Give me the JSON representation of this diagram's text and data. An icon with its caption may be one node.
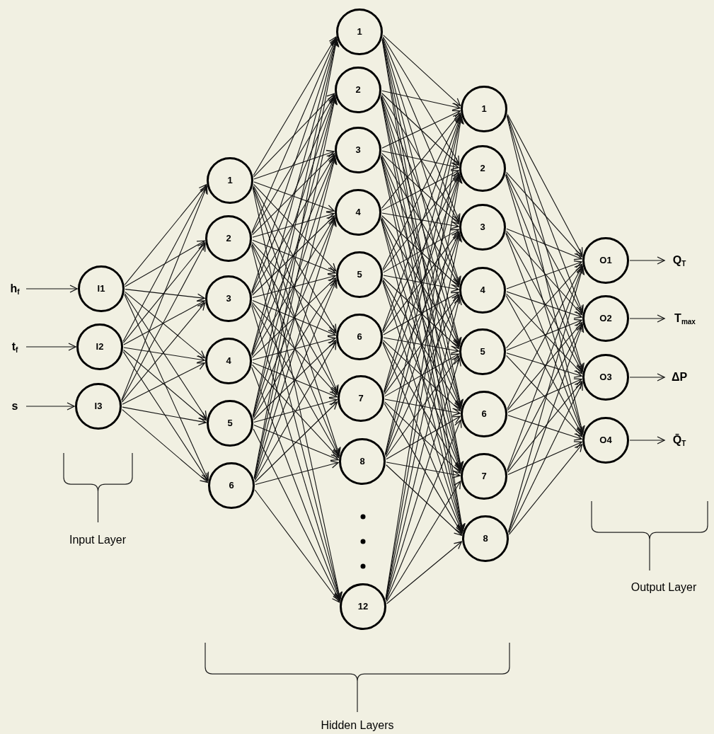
{
  "diagram": {
    "nodes": [
      {
        "text": [
          "h$_{f}$"
        ]
      },
      {
        "text": [
          "t$_{f}$"
        ]
      },
      {
        "text": [
          "s"
        ]
      },
      {
        "text": [
          "I1"
        ]
      },
      {
        "text": [
          "I2"
        ]
      },
      {
        "text": [
          "I3"
        ]
      },
      {
        "text": [
          "1"
        ]
      },
      {
        "text": [
          "2"
        ]
      },
      {
        "text": [
          "3"
        ]
      },
      {
        "text": [
          "4"
        ]
      },
      {
        "text": [
          "5"
        ]
      },
      {
        "text": [
          "6"
        ]
      },
      {
        "text": [
          "1"
        ]
      },
      {
        "text": [
          "2"
        ]
      },
      {
        "text": [
          "3"
        ]
      },
      {
        "text": [
          "4"
        ]
      },
      {
        "text": [
          "5"
        ]
      },
      {
        "text": [
          "6"
        ]
      },
      {
        "text": [
          "7"
        ]
      },
      {
        "text": [
          "8"
        ]
      },
      {
        "text": [
          "12"
        ]
      },
      {
        "text": [
          "1"
        ]
      },
      {
        "text": [
          "2"
        ]
      },
      {
        "text": [
          "3"
        ]
      },
      {
        "text": [
          "4"
        ]
      },
      {
        "text": [
          "5"
        ]
      },
      {
        "text": [
          "6"
        ]
      },
      {
        "text": [
          "7"
        ]
      },
      {
        "text": [
          "8"
        ]
      },
      {
        "text": [
          "O1"
        ]
      },
      {
        "text": [
          "O2"
        ]
      },
      {
        "text": [
          "O3"
        ]
      },
      {
        "text": [
          "O4"
        ]
      },
      {
        "text": [
          "Q$_{T}$"
        ]
      },
      {
        "text": [
          "T$_{max}$"
        ]
      },
      {
        "text": [
          "ΔP"
        ]
      },
      {
        "text": [
          "Q̄$_{T}$"
        ]
      }
    ],
    "edges": [
      {
        "from": 0,
        "to": 3,
        "arrow": "to"
      },
      {
        "from": 1,
        "to": 4,
        "arrow": "to"
      },
      {
        "from": 2,
        "to": 5,
        "arrow": "to"
      },
      {
        "from": 3,
        "to": 6,
        "arrow": "to"
      },
      {
        "from": 3,
        "to": 7,
        "arrow": "to"
      },
      {
        "from": 3,
        "to": 8,
        "arrow": "to"
      },
      {
        "from": 3,
        "to": 9,
        "arrow": "to"
      },
      {
        "from": 3,
        "to": 10,
        "arrow": "to"
      },
      {
        "from": 3,
        "to": 11,
        "arrow": "to"
      },
      {
        "from": 4,
        "to": 6,
        "arrow": "to"
      },
      {
        "from": 4,
        "to": 7,
        "arrow": "to"
      },
      {
        "from": 4,
        "to": 8,
        "arrow": "to"
      },
      {
        "from": 4,
        "to": 9,
        "arrow": "to"
      },
      {
        "from": 4,
        "to": 10,
        "arrow": "to"
      },
      {
        "from": 4,
        "to": 11,
        "arrow": "to"
      },
      {
        "from": 5,
        "to": 6,
        "arrow": "to"
      },
      {
        "from": 5,
        "to": 7,
        "arrow": "to"
      },
      {
        "from": 5,
        "to": 8,
        "arrow": "to"
      },
      {
        "from": 5,
        "to": 9,
        "arrow": "to"
      },
      {
        "from": 5,
        "to": 10,
        "arrow": "to"
      },
      {
        "from": 5,
        "to": 11,
        "arrow": "to"
      },
      {
        "from": 6,
        "to": 12,
        "arrow": "to"
      },
      {
        "from": 6,
        "to": 13,
        "arrow": "to"
      },
      {
        "from": 6,
        "to": 14,
        "arrow": "to"
      },
      {
        "from": 6,
        "to": 15,
        "arrow": "to"
      },
      {
        "from": 6,
        "to": 16,
        "arrow": "to"
      },
      {
        "from": 6,
        "to": 17,
        "arrow": "to"
      },
      {
        "from": 6,
        "to": 18,
        "arrow": "to"
      },
      {
        "from": 6,
        "to": 19,
        "arrow": "to"
      },
      {
        "from": 6,
        "to": 20,
        "arrow": "to"
      },
      {
        "from": 7,
        "to": 12,
        "arrow": "to"
      },
      {
        "from": 7,
        "to": 13,
        "arrow": "to"
      },
      {
        "from": 7,
        "to": 14,
        "arrow": "to"
      },
      {
        "from": 7,
        "to": 15,
        "arrow": "to"
      },
      {
        "from": 7,
        "to": 16,
        "arrow": "to"
      },
      {
        "from": 7,
        "to": 17,
        "arrow": "to"
      },
      {
        "from": 7,
        "to": 18,
        "arrow": "to"
      },
      {
        "from": 7,
        "to": 19,
        "arrow": "to"
      },
      {
        "from": 7,
        "to": 20,
        "arrow": "to"
      },
      {
        "from": 8,
        "to": 12,
        "arrow": "to"
      },
      {
        "from": 8,
        "to": 13,
        "arrow": "to"
      },
      {
        "from": 8,
        "to": 14,
        "arrow": "to"
      },
      {
        "from": 8,
        "to": 15,
        "arrow": "to"
      },
      {
        "from": 8,
        "to": 16,
        "arrow": "to"
      },
      {
        "from": 8,
        "to": 17,
        "arrow": "to"
      },
      {
        "from": 8,
        "to": 18,
        "arrow": "to"
      },
      {
        "from": 8,
        "to": 19,
        "arrow": "to"
      },
      {
        "from": 8,
        "to": 20,
        "arrow": "to"
      },
      {
        "from": 9,
        "to": 12,
        "arrow": "to"
      },
      {
        "from": 9,
        "to": 13,
        "arrow": "to"
      },
      {
        "from": 9,
        "to": 14,
        "arrow": "to"
      },
      {
        "from": 9,
        "to": 15,
        "arrow": "to"
      },
      {
        "from": 9,
        "to": 16,
        "arrow": "to"
      },
      {
        "from": 9,
        "to": 17,
        "arrow": "to"
      },
      {
        "from": 9,
        "to": 18,
        "arrow": "to"
      },
      {
        "from": 9,
        "to": 19,
        "arrow": "to"
      },
      {
        "from": 9,
        "to": 20,
        "arrow": "to"
      },
      {
        "from": 10,
        "to": 12,
        "arrow": "to"
      },
      {
        "from": 10,
        "to": 13,
        "arrow": "to"
      },
      {
        "from": 10,
        "to": 14,
        "arrow": "to"
      },
      {
        "from": 10,
        "to": 15,
        "arrow": "to"
      },
      {
        "from": 10,
        "to": 16,
        "arrow": "to"
      },
      {
        "from": 10,
        "to": 17,
        "arrow": "to"
      },
      {
        "from": 10,
        "to": 18,
        "arrow": "to"
      },
      {
        "from": 10,
        "to": 19,
        "arrow": "to"
      },
      {
        "from": 10,
        "to": 20,
        "arrow": "to"
      },
      {
        "from": 11,
        "to": 12,
        "arrow": "to"
      },
      {
        "from": 11,
        "to": 13,
        "arrow": "to"
      },
      {
        "from": 11,
        "to": 14,
        "arrow": "to"
      },
      {
        "from": 11,
        "to": 15,
        "arrow": "to"
      },
      {
        "from": 11,
        "to": 16,
        "arrow": "to"
      },
      {
        "from": 11,
        "to": 17,
        "arrow": "to"
      },
      {
        "from": 11,
        "to": 18,
        "arrow": "to"
      },
      {
        "from": 11,
        "to": 19,
        "arrow": "to"
      },
      {
        "from": 11,
        "to": 20,
        "arrow": "to"
      },
      {
        "from": 12,
        "to": 21,
        "arrow": "to"
      },
      {
        "from": 12,
        "to": 22,
        "arrow": "to"
      },
      {
        "from": 12,
        "to": 23,
        "arrow": "to"
      },
      {
        "from": 12,
        "to": 24,
        "arrow": "to"
      },
      {
        "from": 12,
        "to": 25,
        "arrow": "to"
      },
      {
        "from": 12,
        "to": 26,
        "arrow": "to"
      },
      {
        "from": 12,
        "to": 27,
        "arrow": "to"
      },
      {
        "from": 12,
        "to": 28,
        "arrow": "to"
      },
      {
        "from": 13,
        "to": 21,
        "arrow": "to"
      },
      {
        "from": 13,
        "to": 22,
        "arrow": "to"
      },
      {
        "from": 13,
        "to": 23,
        "arrow": "to"
      },
      {
        "from": 13,
        "to": 24,
        "arrow": "to"
      },
      {
        "from": 13,
        "to": 25,
        "arrow": "to"
      },
      {
        "from": 13,
        "to": 26,
        "arrow": "to"
      },
      {
        "from": 13,
        "to": 27,
        "arrow": "to"
      },
      {
        "from": 13,
        "to": 28,
        "arrow": "to"
      },
      {
        "from": 14,
        "to": 21,
        "arrow": "to"
      },
      {
        "from": 14,
        "to": 22,
        "arrow": "to"
      },
      {
        "from": 14,
        "to": 23,
        "arrow": "to"
      },
      {
        "from": 14,
        "to": 24,
        "arrow": "to"
      },
      {
        "from": 14,
        "to": 25,
        "arrow": "to"
      },
      {
        "from": 14,
        "to": 26,
        "arrow": "to"
      },
      {
        "from": 14,
        "to": 27,
        "arrow": "to"
      },
      {
        "from": 14,
        "to": 28,
        "arrow": "to"
      },
      {
        "from": 15,
        "to": 21,
        "arrow": "to"
      },
      {
        "from": 15,
        "to": 22,
        "arrow": "to"
      },
      {
        "from": 15,
        "to": 23,
        "arrow": "to"
      },
      {
        "from": 15,
        "to": 24,
        "arrow": "to"
      },
      {
        "from": 15,
        "to": 25,
        "arrow": "to"
      },
      {
        "from": 15,
        "to": 26,
        "arrow": "to"
      },
      {
        "from": 15,
        "to": 27,
        "arrow": "to"
      },
      {
        "from": 15,
        "to": 28,
        "arrow": "to"
      },
      {
        "from": 16,
        "to": 21,
        "arrow": "to"
      },
      {
        "from": 16,
        "to": 22,
        "arrow": "to"
      },
      {
        "from": 16,
        "to": 23,
        "arrow": "to"
      },
      {
        "from": 16,
        "to": 24,
        "arrow": "to"
      },
      {
        "from": 16,
        "to": 25,
        "arrow": "to"
      },
      {
        "from": 16,
        "to": 26,
        "arrow": "to"
      },
      {
        "from": 16,
        "to": 27,
        "arrow": "to"
      },
      {
        "from": 16,
        "to": 28,
        "arrow": "to"
      },
      {
        "from": 17,
        "to": 21,
        "arrow": "to"
      },
      {
        "from": 17,
        "to": 22,
        "arrow": "to"
      },
      {
        "from": 17,
        "to": 23,
        "arrow": "to"
      },
      {
        "from": 17,
        "to": 24,
        "arrow": "to"
      },
      {
        "from": 17,
        "to": 25,
        "arrow": "to"
      },
      {
        "from": 17,
        "to": 26,
        "arrow": "to"
      },
      {
        "from": 17,
        "to": 27,
        "arrow": "to"
      },
      {
        "from": 17,
        "to": 28,
        "arrow": "to"
      },
      {
        "from": 18,
        "to": 21,
        "arrow": "to"
      },
      {
        "from": 18,
        "to": 22,
        "arrow": "to"
      },
      {
        "from": 18,
        "to": 23,
        "arrow": "to"
      },
      {
        "from": 18,
        "to": 24,
        "arrow": "to"
      },
      {
        "from": 18,
        "to": 25,
        "arrow": "to"
      },
      {
        "from": 18,
        "to": 26,
        "arrow": "to"
      },
      {
        "from": 18,
        "to": 27,
        "arrow": "to"
      },
      {
        "from": 18,
        "to": 28,
        "arrow": "to"
      },
      {
        "from": 19,
        "to": 21,
        "arrow": "to"
      },
      {
        "from": 19,
        "to": 22,
        "arrow": "to"
      },
      {
        "from": 19,
        "to": 23,
        "arrow": "to"
      },
      {
        "from": 19,
        "to": 24,
        "arrow": "to"
      },
      {
        "from": 19,
        "to": 25,
        "arrow": "to"
      },
      {
        "from": 19,
        "to": 26,
        "arrow": "to"
      },
      {
        "from": 19,
        "to": 27,
        "arrow": "to"
      },
      {
        "from": 19,
        "to": 28,
        "arrow": "to"
      },
      {
        "from": 20,
        "to": 21,
        "arrow": "to"
      },
      {
        "from": 20,
        "to": 22,
        "arrow": "to"
      },
      {
        "from": 20,
        "to": 23,
        "arrow": "to"
      },
      {
        "from": 20,
        "to": 24,
        "arrow": "to"
      },
      {
        "from": 20,
        "to": 25,
        "arrow": "to"
      },
      {
        "from": 20,
        "to": 26,
        "arrow": "to"
      },
      {
        "from": 20,
        "to": 27,
        "arrow": "to"
      },
      {
        "from": 20,
        "to": 28,
        "arrow": "to"
      },
      {
        "from": 21,
        "to": 29,
        "arrow": "to"
      },
      {
        "from": 21,
        "to": 30,
        "arrow": "to"
      },
      {
        "from": 21,
        "to": 31,
        "arrow": "to"
      },
      {
        "from": 21,
        "to": 32,
        "arrow": "to"
      },
      {
        "from": 22,
        "to": 29,
        "arrow": "to"
      },
      {
        "from": 22,
        "to": 30,
        "arrow": "to"
      },
      {
        "from": 22,
        "to": 31,
        "arrow": "to"
      },
      {
        "from": 22,
        "to": 32,
        "arrow": "to"
      },
      {
        "from": 23,
        "to": 29,
        "arrow": "to"
      },
      {
        "from": 23,
        "to": 30,
        "arrow": "to"
      },
      {
        "from": 23,
        "to": 31,
        "arrow": "to"
      },
      {
        "from": 23,
        "to": 32,
        "arrow": "to"
      },
      {
        "from": 24,
        "to": 29,
        "arrow": "to"
      },
      {
        "from": 24,
        "to": 30,
        "arrow": "to"
      },
      {
        "from": 24,
        "to": 31,
        "arrow": "to"
      },
      {
        "from": 24,
        "to": 32,
        "arrow": "to"
      },
      {
        "from": 25,
        "to": 29,
        "arrow": "to"
      },
      {
        "from": 25,
        "to": 30,
        "arrow": "to"
      },
      {
        "from": 25,
        "to": 31,
        "arrow": "to"
      },
      {
        "from": 25,
        "to": 32,
        "arrow": "to"
      },
      {
        "from": 26,
        "to": 29,
        "arrow": "to"
      },
      {
        "from": 26,
        "to": 30,
        "arrow": "to"
      },
      {
        "from": 26,
        "to": 31,
        "arrow": "to"
      },
      {
        "from": 26,
        "to": 32,
        "arrow": "to"
      },
      {
        "from": 27,
        "to": 29,
        "arrow": "to"
      },
      {
        "from": 27,
        "to": 30,
        "arrow": "to"
      },
      {
        "from": 27,
        "to": 31,
        "arrow": "to"
      },
      {
        "from": 27,
        "to": 32,
        "arrow": "to"
      },
      {
        "from": 28,
        "to": 29,
        "arrow": "to"
      },
      {
        "from": 28,
        "to": 30,
        "arrow": "to"
      },
      {
        "from": 28,
        "to": 31,
        "arrow": "to"
      },
      {
        "from": 28,
        "to": 32,
        "arrow": "to"
      },
      {
        "from": 29,
        "to": 33,
        "arrow": "to"
      },
      {
        "from": 30,
        "to": 34,
        "arrow": "to"
      },
      {
        "from": 31,
        "to": 35,
        "arrow": "to"
      },
      {
        "from": 32,
        "to": 36,
        "arrow": "to"
      }
    ],
    "labels": [
      "Input Layer",
      "Hidden Layers",
      "Output Layer"
    ]
  }
}
